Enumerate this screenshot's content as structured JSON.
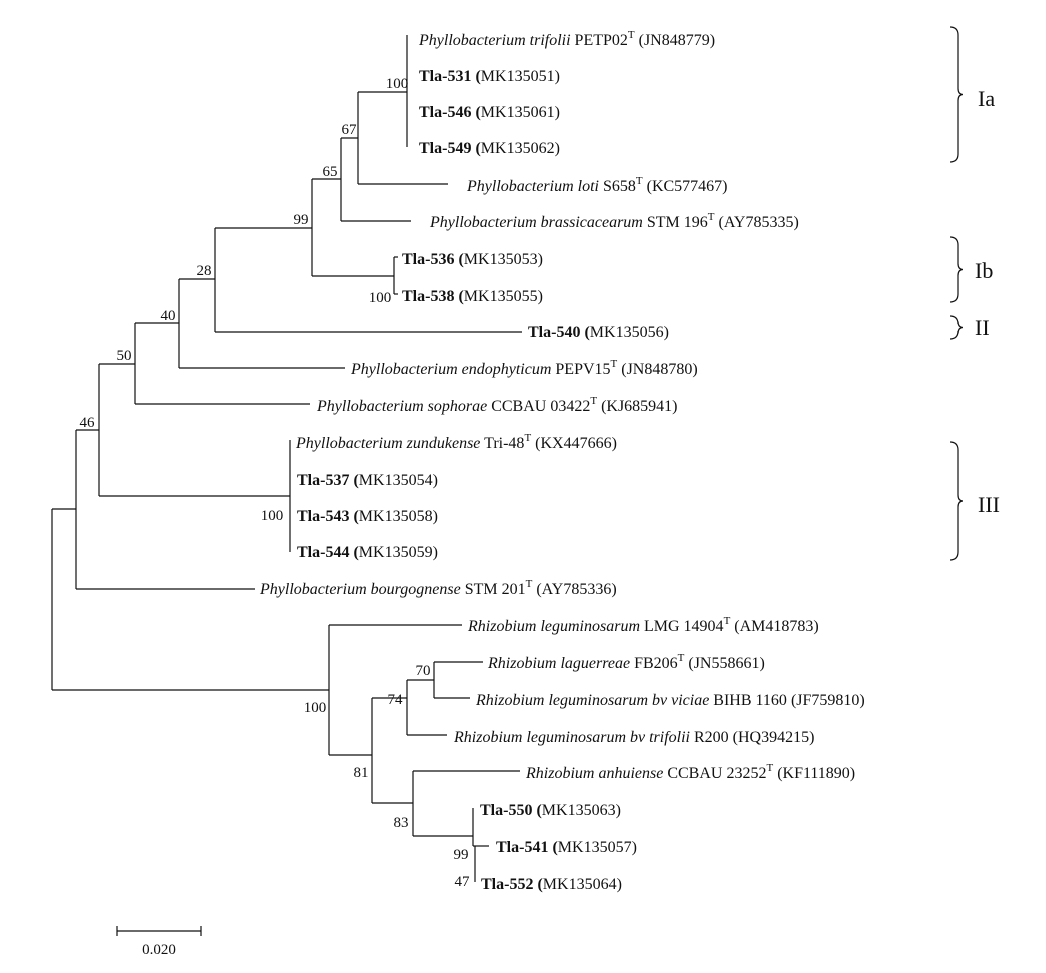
{
  "leaves": [
    {
      "italic": "Phyllobacterium trifolii",
      "strain": "PETP02",
      "sup": "T",
      "accession": "(JN848779)"
    },
    {
      "isolate": "Tla-531",
      "accession": "MK135051)"
    },
    {
      "isolate": "Tla-546",
      "accession": "MK135061)"
    },
    {
      "isolate": "Tla-549",
      "accession": "MK135062)"
    },
    {
      "italic": "Phyllobacterium loti",
      "strain": "S658",
      "sup": "T",
      "accession": "(KC577467)"
    },
    {
      "italic": "Phyllobacterium brassicacearum",
      "strain": "STM 196",
      "sup": "T",
      "accession": "(AY785335)"
    },
    {
      "isolate": "Tla-536",
      "accession": "MK135053)"
    },
    {
      "isolate": "Tla-538",
      "accession": "MK135055)"
    },
    {
      "isolate": "Tla-540",
      "accession": "MK135056)"
    },
    {
      "italic": "Phyllobacterium endophyticum",
      "strain": "PEPV15",
      "sup": "T",
      "accession": "(JN848780)"
    },
    {
      "italic": "Phyllobacterium sophorae",
      "strain": "CCBAU 03422",
      "sup": "T",
      "accession": "(KJ685941)"
    },
    {
      "italic": "Phyllobacterium zundukense",
      "strain": "Tri-48",
      "sup": "T",
      "accession": "(KX447666)"
    },
    {
      "isolate": "Tla-537",
      "accession": "MK135054)"
    },
    {
      "isolate": "Tla-543",
      "accession": "MK135058)"
    },
    {
      "isolate": "Tla-544",
      "accession": "MK135059)"
    },
    {
      "italic": "Phyllobacterium bourgognense",
      "strain": "STM 201",
      "sup": "T",
      "accession": "(AY785336)"
    },
    {
      "italic": "Rhizobium leguminosarum",
      "strain": "LMG 14904",
      "sup": "T",
      "accession": "(AM418783)"
    },
    {
      "italic": "Rhizobium laguerreae",
      "strain": "FB206",
      "sup": "T",
      "accession": "(JN558661)"
    },
    {
      "italic": "Rhizobium leguminosarum bv viciae",
      "strain": "BIHB 1160",
      "accession": "(JF759810)"
    },
    {
      "italic": "Rhizobium leguminosarum bv trifolii",
      "strain": "R200",
      "accession": "(HQ394215)"
    },
    {
      "italic": "Rhizobium anhuiense",
      "strain": "CCBAU 23252",
      "sup": "T",
      "accession": "(KF111890)"
    },
    {
      "isolate": "Tla-550",
      "accession": "MK135063)"
    },
    {
      "isolate": "Tla-541",
      "accession": "MK135057)"
    },
    {
      "isolate": "Tla-552",
      "accession": "MK135064)"
    }
  ],
  "bootstrap": [
    "100",
    "67",
    "65",
    "99",
    "100",
    "28",
    "40",
    "50",
    "46",
    "100",
    "100",
    "81",
    "74",
    "70",
    "83",
    "99",
    "47"
  ],
  "clades": [
    "Ia",
    "Ib",
    "II",
    "III"
  ],
  "scale_bar": {
    "label": "0.020",
    "value": 0.02
  }
}
